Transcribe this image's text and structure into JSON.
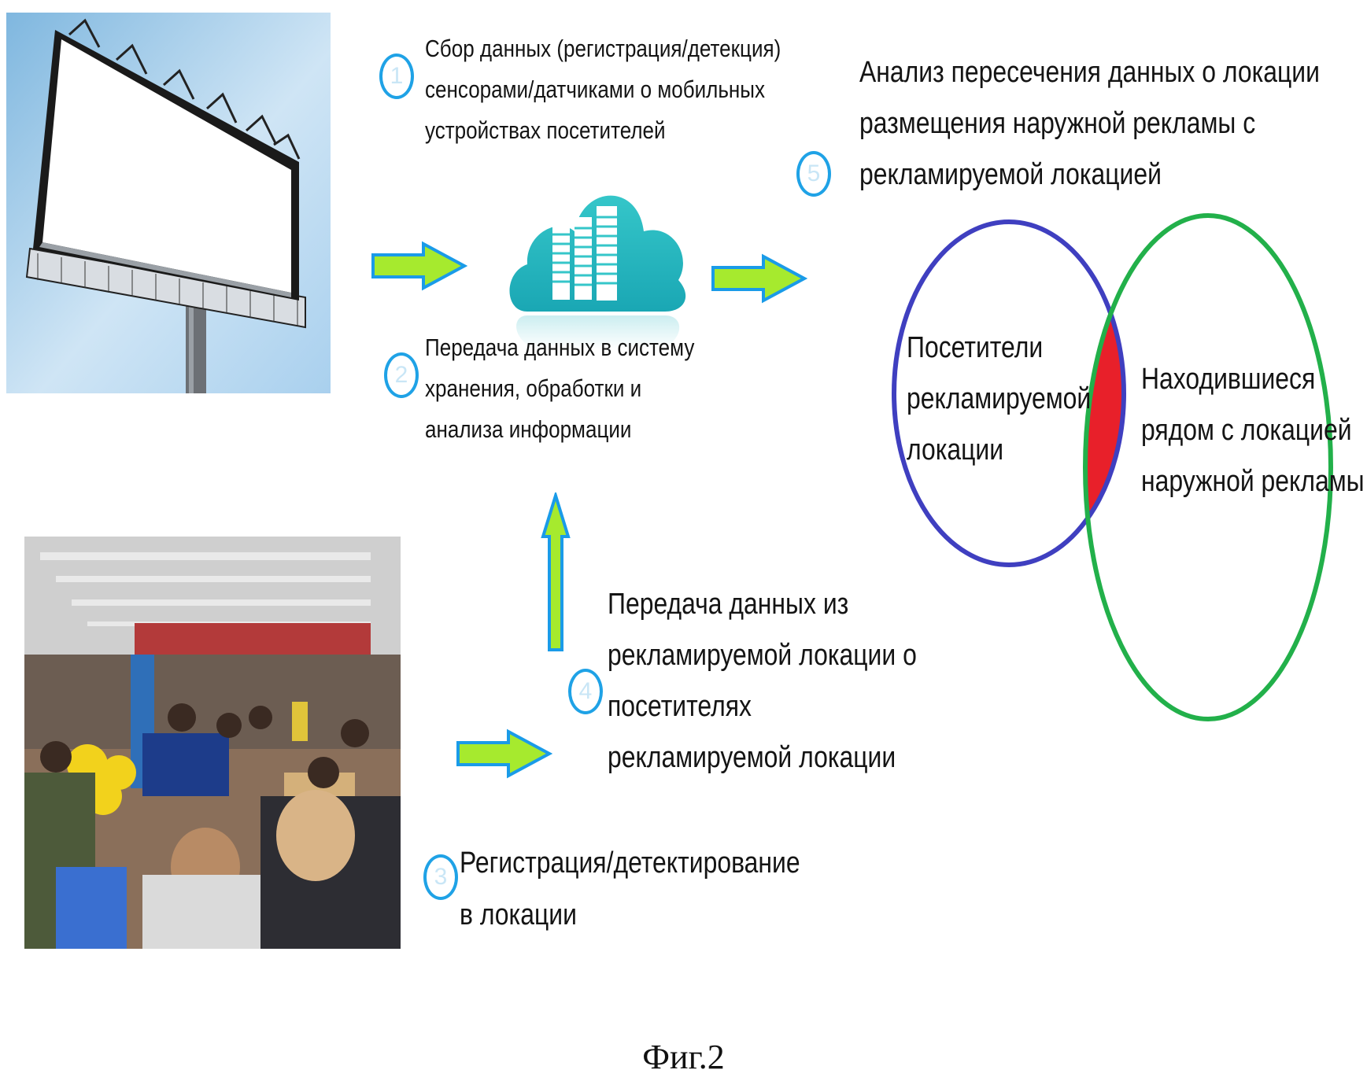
{
  "steps": {
    "s1": {
      "number": "1",
      "lines": [
        "Сбор данных (регистрация/детекция)",
        "сенсорами/датчиками о мобильных",
        "устройствах посетителей"
      ]
    },
    "s2": {
      "number": "2",
      "lines": [
        "Передача данных в систему",
        "хранения, обработки и",
        "анализа информации"
      ]
    },
    "s3": {
      "number": "3",
      "lines": [
        "Регистрация/детектирование",
        "в локации"
      ]
    },
    "s4": {
      "number": "4",
      "lines": [
        "Передача данных из",
        "рекламируемой локации о",
        "посетителях",
        "рекламируемой локации"
      ]
    },
    "s5": {
      "number": "5",
      "lines": [
        "Анализ пересечения данных о локации",
        "размещения наружной рекламы с",
        "рекламируемой локацией"
      ]
    }
  },
  "venn": {
    "left_label": [
      "Посетители",
      "рекламируемой",
      "локации"
    ],
    "right_label": [
      "Находившиеся",
      "рядом с локацией",
      "наружной рекламы"
    ],
    "colors": {
      "left_circle": "#3f3fc0",
      "right_circle": "#22b04a",
      "intersection": "#e8202a"
    }
  },
  "arrows": {
    "fill": "#a6ea2e",
    "outline": "#1a9be8"
  },
  "badge_color": "#1fa2e6",
  "caption": "Фиг.2"
}
